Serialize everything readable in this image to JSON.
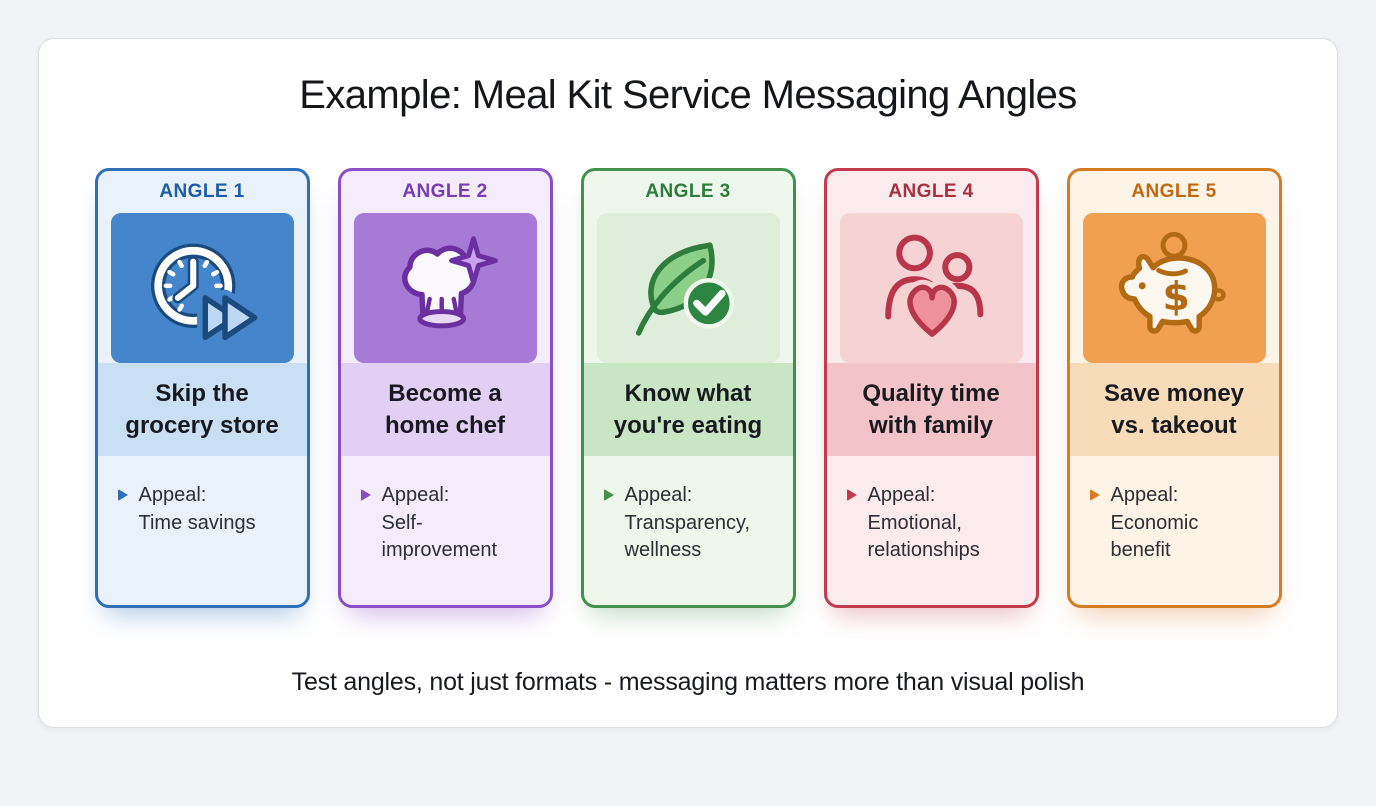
{
  "page": {
    "title": "Example: Meal Kit Service Messaging Angles",
    "footer": "Test angles, not just formats - messaging matters more than visual polish"
  },
  "cards": [
    {
      "label": "ANGLE 1",
      "headline": "Skip the\ngrocery store",
      "appeal": "Appeal:\nTime savings",
      "icon": "clock-fast-forward-icon",
      "colors": {
        "accent": "#2f6fb7",
        "label": "#1c5ca8",
        "icon_bg": "#4585cc",
        "band": "#c9dff4",
        "body": "#e9f2fb",
        "glow": "rgba(47,111,183,0.38)"
      }
    },
    {
      "label": "ANGLE 2",
      "headline": "Become a\nhome chef",
      "appeal": "Appeal:\nSelf-\nimprovement",
      "icon": "chef-hat-sparkle-icon",
      "colors": {
        "accent": "#8a4ec5",
        "label": "#7b3bb4",
        "icon_bg": "#a87ad7",
        "band": "#e2cff4",
        "body": "#f4ecfb",
        "glow": "rgba(138,78,197,0.38)"
      }
    },
    {
      "label": "ANGLE 3",
      "headline": "Know what\nyou're eating",
      "appeal": "Appeal:\nTransparency,\nwellness",
      "icon": "leaf-check-icon",
      "colors": {
        "accent": "#43914f",
        "label": "#2e7d3c",
        "icon_bg": "#dfeeda",
        "band": "#c8e6c3",
        "body": "#edf7ec",
        "glow": "rgba(67,145,79,0.34)"
      }
    },
    {
      "label": "ANGLE 4",
      "headline": "Quality time\nwith family",
      "appeal": "Appeal:\nEmotional,\nrelationships",
      "icon": "family-heart-icon",
      "colors": {
        "accent": "#c23a4e",
        "label": "#a8303f",
        "icon_bg": "#f6d2d3",
        "band": "#f2c3c8",
        "body": "#fcebed",
        "glow": "rgba(194,58,78,0.34)"
      }
    },
    {
      "label": "ANGLE 5",
      "headline": "Save money\nvs. takeout",
      "appeal": "Appeal:\nEconomic\nbenefit",
      "icon": "piggy-bank-icon",
      "colors": {
        "accent": "#d67c22",
        "label": "#c1690f",
        "icon_bg": "#f0a050",
        "band": "#f8dcba",
        "body": "#fdf3e6",
        "glow": "rgba(214,124,34,0.38)"
      }
    }
  ]
}
